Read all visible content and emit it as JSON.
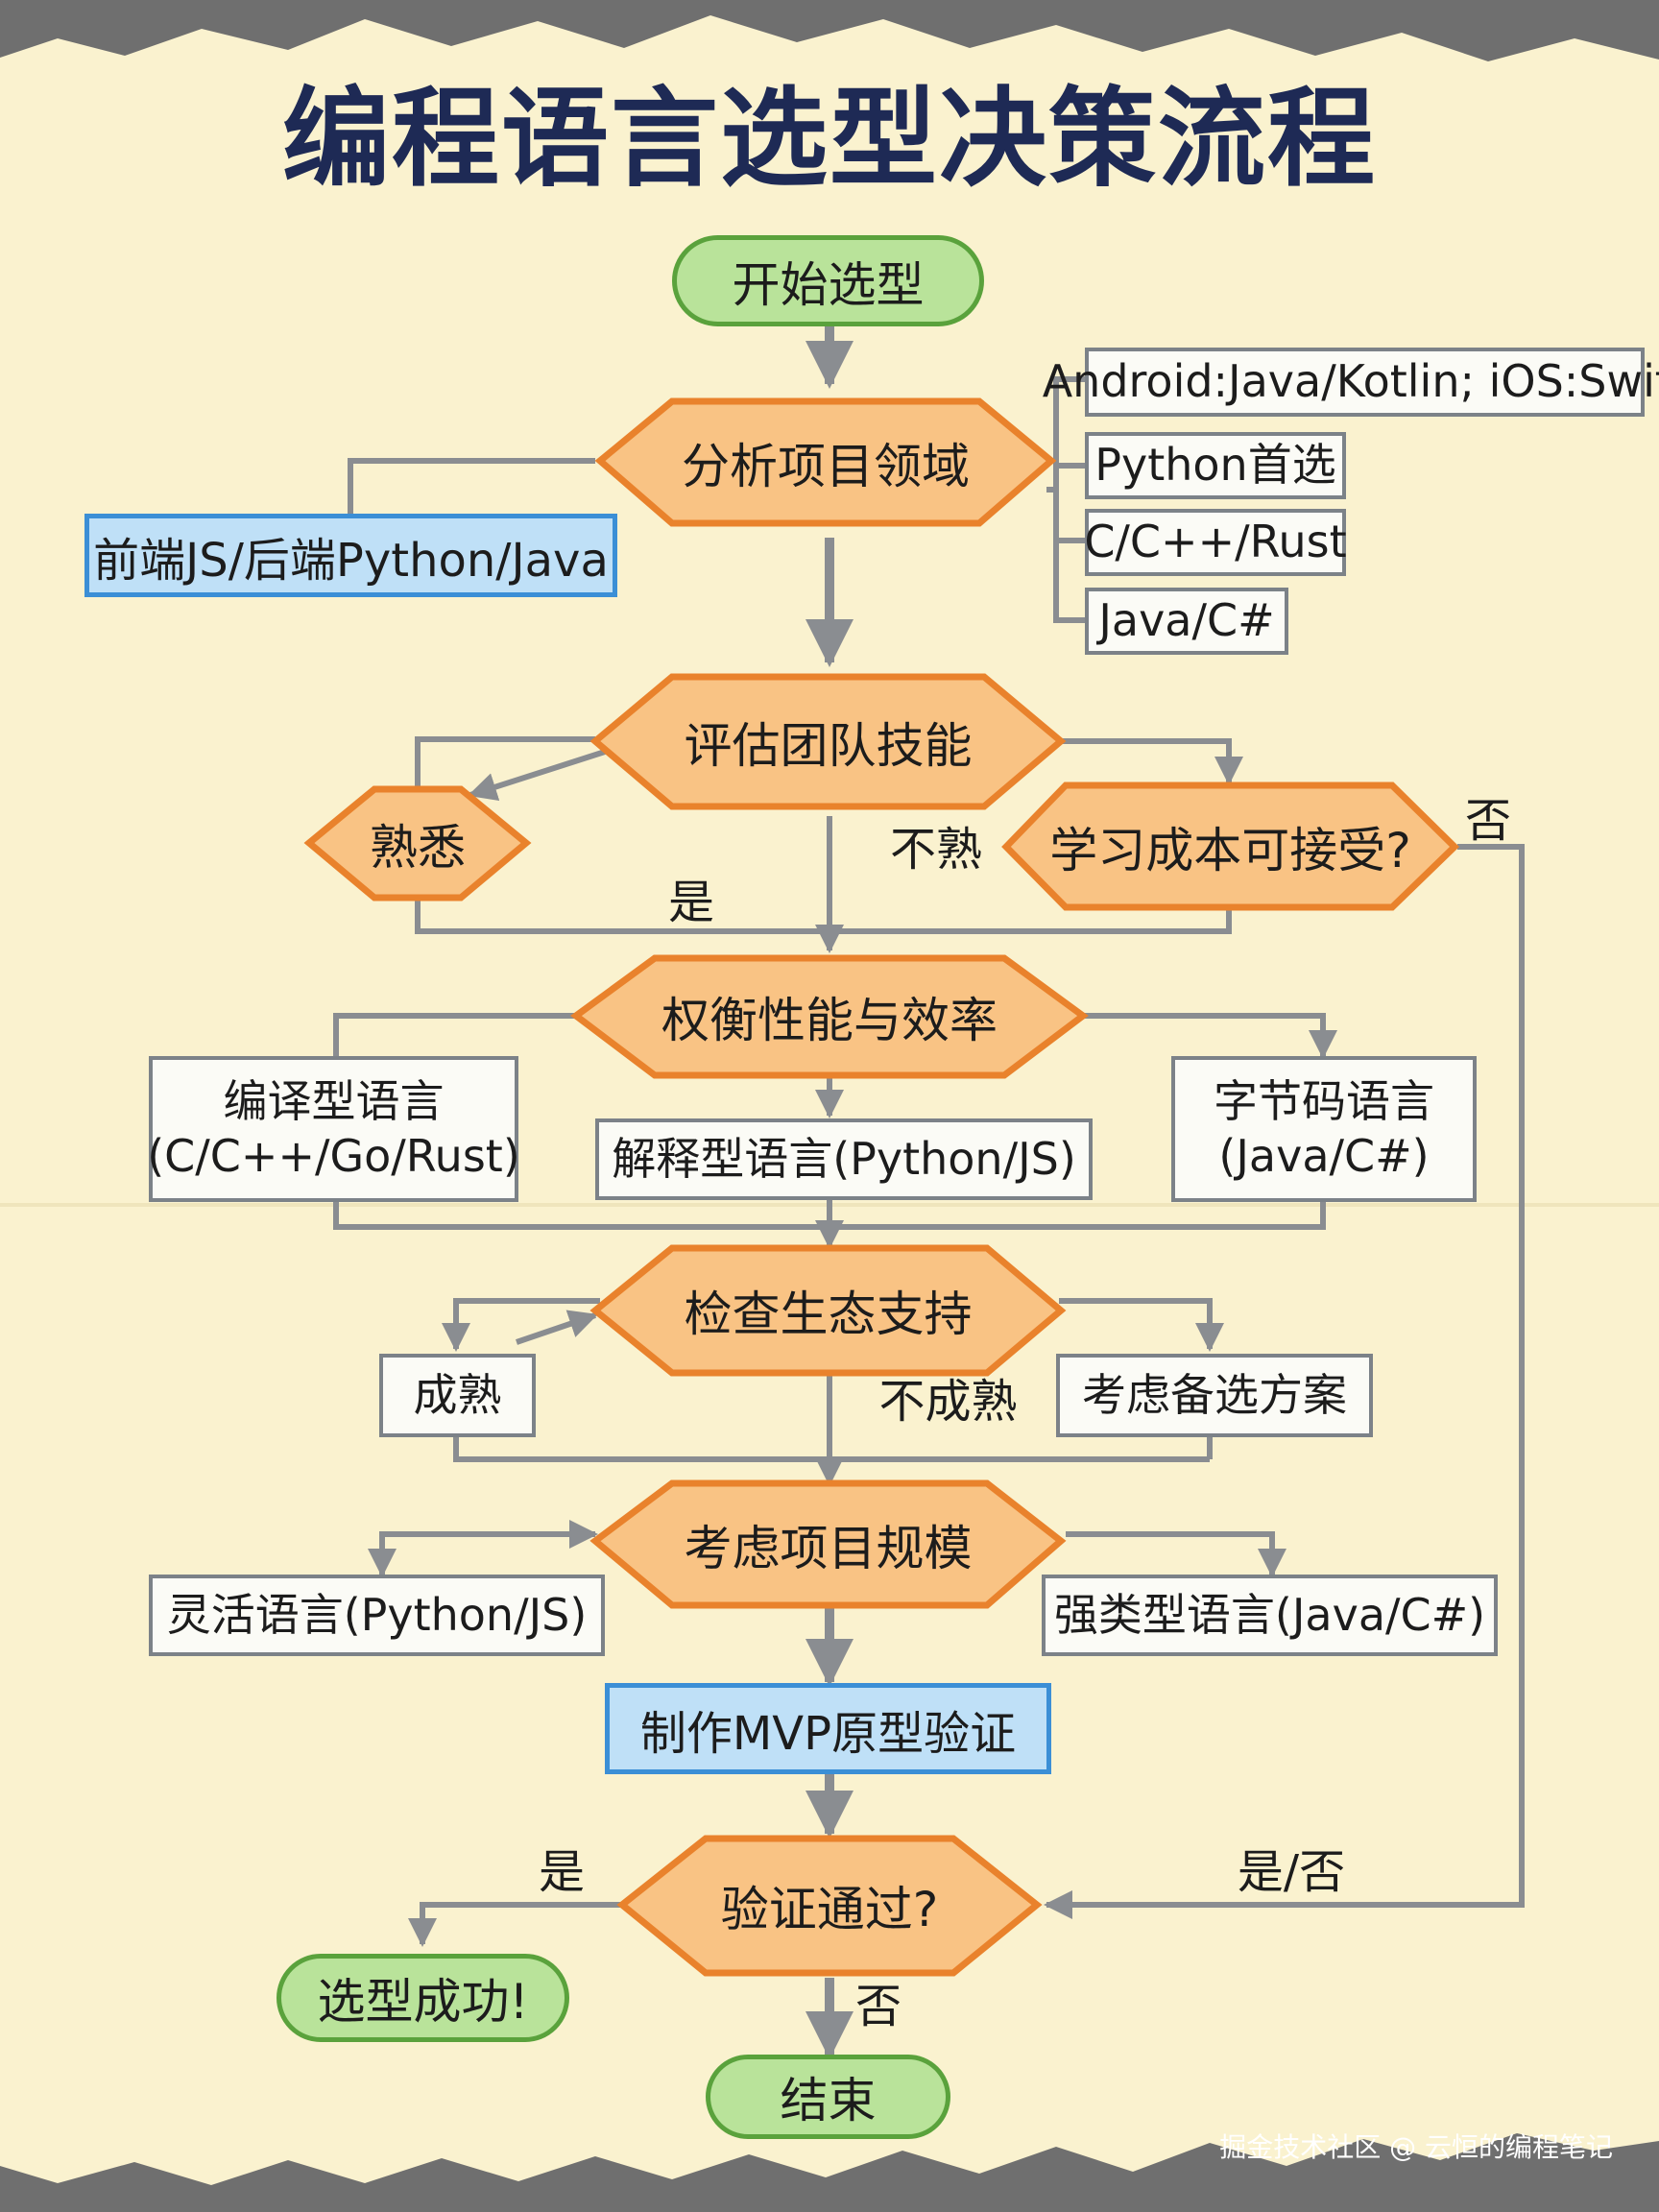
{
  "title": "编程语言选型决策流程",
  "colors": {
    "paper": "#faf2cf",
    "decision_fill": "#f9c384",
    "decision_stroke": "#e9822c",
    "terminal_fill": "#b9e39a",
    "terminal_stroke": "#5aa23c",
    "blue_fill": "#bfe0f7",
    "blue_stroke": "#3b8fd6",
    "arrow": "#8a8d91"
  },
  "nodes": {
    "start": "开始选型",
    "domain": "分析项目领域",
    "web": "前端JS/后端Python/Java",
    "mobile": "Android:Java/Kotlin; iOS:Swift",
    "ai": "Python首选",
    "system": "C/C++/Rust",
    "enterprise": "Java/C#",
    "team": "评估团队技能",
    "familiar": "熟悉",
    "learn_cost": "学习成本可接受?",
    "tradeoff": "权衡性能与效率",
    "compiled_line1": "编译型语言",
    "compiled_line2": "(C/C++/Go/Rust)",
    "interpreted": "解释型语言(Python/JS)",
    "bytecode_line1": "字节码语言",
    "bytecode_line2": "(Java/C#)",
    "ecosystem": "检查生态支持",
    "mature": "成熟",
    "alternative": "考虑备选方案",
    "scale": "考虑项目规模",
    "flexible": "灵活语言(Python/JS)",
    "strong": "强类型语言(Java/C#)",
    "mvp": "制作MVP原型验证",
    "verify": "验证通过?",
    "success": "选型成功!",
    "end": "结束"
  },
  "edge_labels": {
    "unfamiliar": "不熟",
    "yes_team": "是",
    "no_learn": "否",
    "immature": "不成熟",
    "yes_verify": "是",
    "no_verify": "否",
    "yes_no_back": "是/否"
  },
  "watermark": "掘金技术社区 @ 云恒的编程笔记"
}
